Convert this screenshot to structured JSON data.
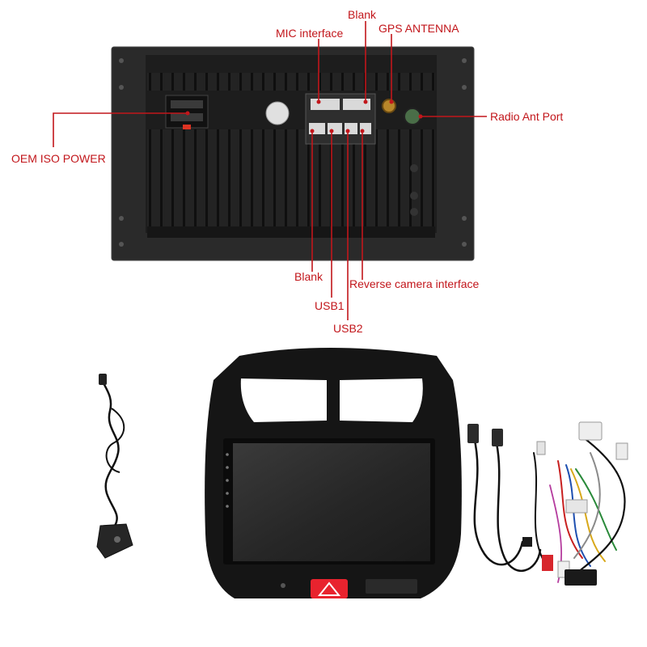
{
  "labels": {
    "blank_top": "Blank",
    "mic_interface": "MIC interface",
    "gps_antenna": "GPS ANTENNA",
    "radio_ant_port": "Radio Ant Port",
    "oem_iso_power": "OEM ISO POWER",
    "blank_bottom": "Blank",
    "reverse_camera": "Reverse camera interface",
    "usb1": "USB1",
    "usb2": "USB2"
  },
  "colors": {
    "callout": "#c2161b",
    "unit_body": "#1f1f1f",
    "bezel": "#151515",
    "screen": "#2b2b2b",
    "hazard": "#e8232e"
  }
}
